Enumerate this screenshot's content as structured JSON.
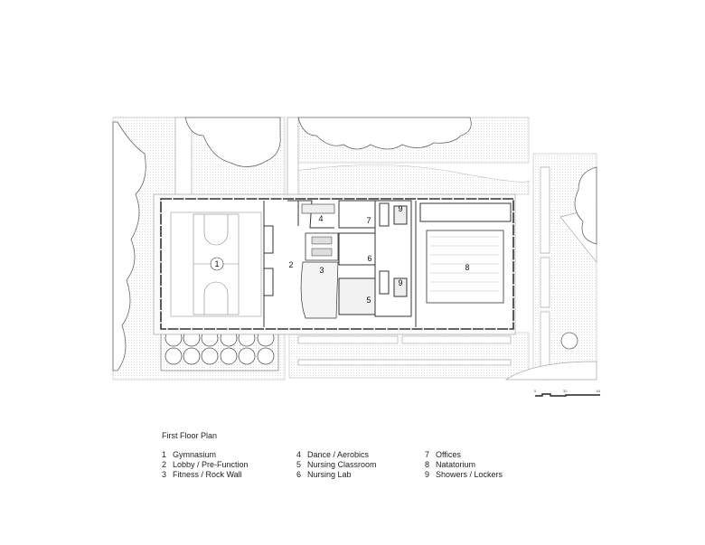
{
  "drawing": {
    "title": "First Floor Plan",
    "room_tags": [
      "1",
      "2",
      "3",
      "4",
      "5",
      "6",
      "7",
      "8",
      "9",
      "9"
    ],
    "scale_bar": {
      "labels": [
        "0",
        "32",
        "64"
      ]
    },
    "legend": [
      {
        "num": "1",
        "label": "Gymnasium"
      },
      {
        "num": "2",
        "label": "Lobby / Pre-Function"
      },
      {
        "num": "3",
        "label": "Fitness / Rock Wall"
      },
      {
        "num": "4",
        "label": "Dance / Aerobics"
      },
      {
        "num": "5",
        "label": "Nursing Classroom"
      },
      {
        "num": "6",
        "label": "Nursing Lab"
      },
      {
        "num": "7",
        "label": "Offices"
      },
      {
        "num": "8",
        "label": "Natatorium"
      },
      {
        "num": "9",
        "label": "Showers / Lockers"
      }
    ]
  },
  "colors": {
    "line": "#333333",
    "hatch": "#e6e6e6",
    "light": "#aaaaaa"
  }
}
